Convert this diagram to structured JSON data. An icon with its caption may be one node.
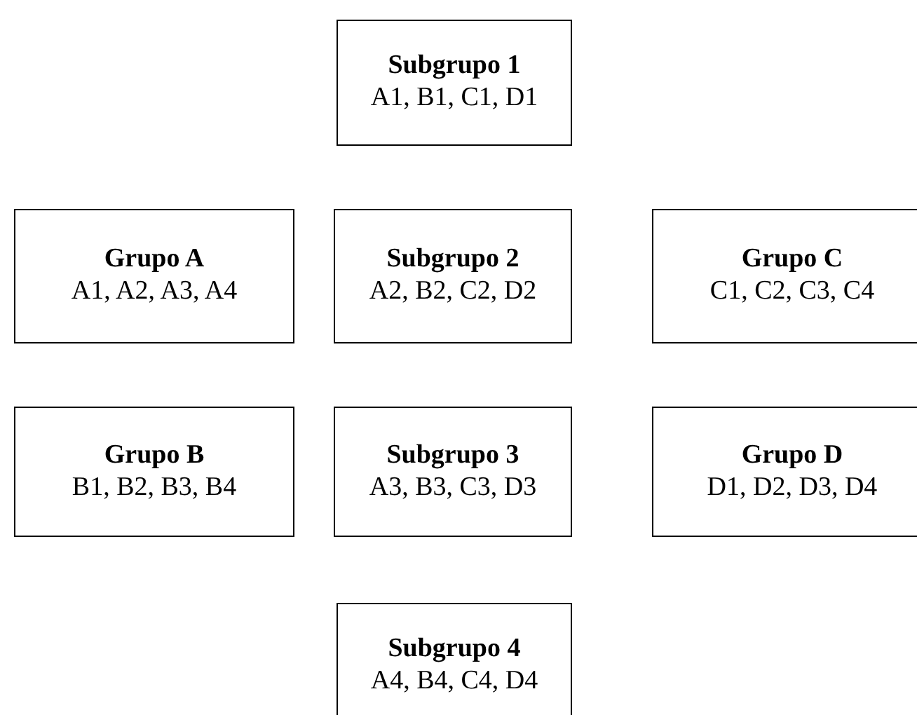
{
  "diagram": {
    "nodes": [
      {
        "text": [
          "Subgrupo 1",
          "A1, B1, C1, D1"
        ]
      },
      {
        "text": [
          "Grupo A",
          "A1, A2, A3, A4"
        ]
      },
      {
        "text": [
          "Subgrupo 2",
          "A2, B2, C2, D2"
        ]
      },
      {
        "text": [
          "Grupo C",
          "C1, C2, C3, C4"
        ]
      },
      {
        "text": [
          "Grupo B",
          "B1, B2, B3, B4"
        ]
      },
      {
        "text": [
          "Subgrupo 3",
          "A3, B3, C3, D3"
        ]
      },
      {
        "text": [
          "Grupo D",
          "D1, D2, D3, D4"
        ]
      },
      {
        "text": [
          "Subgrupo 4",
          "A4, B4, C4, D4"
        ]
      }
    ]
  }
}
